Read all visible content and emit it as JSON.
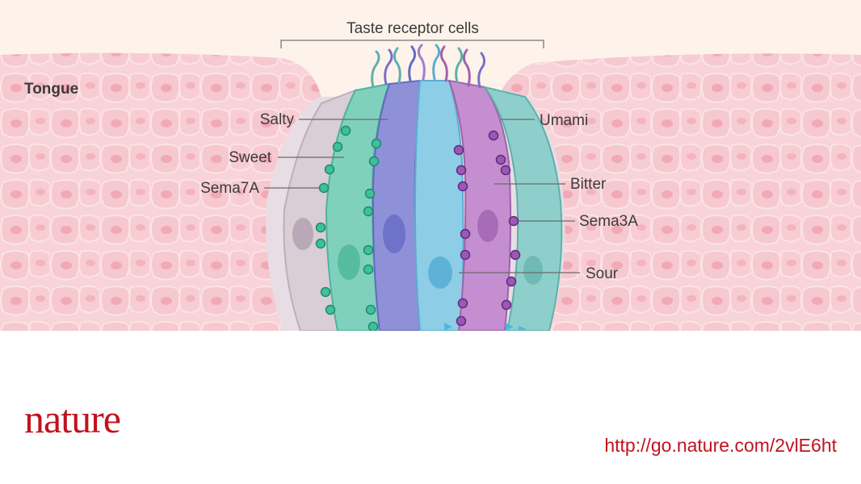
{
  "figure": {
    "title": "Taste receptor cells",
    "tissue_label": "Tongue",
    "labels_left": [
      "Salty",
      "Sweet",
      "Sema7A"
    ],
    "labels_right": [
      "Umami",
      "Bitter",
      "Sema3A",
      "Sour"
    ],
    "colors": {
      "tongue": "#f8d3d8",
      "cell_outline": "#f3b6bf",
      "background": "#fdf3ea",
      "salty_cell": "#d9cdd6",
      "sweet_cell": "#7fd1bd",
      "sema7a_dots": "#3fbf9a",
      "blue_cell": "#8e91d8",
      "sour_cell": "#8ecde6",
      "bitter_cell": "#c58ed0",
      "sema3a_dots": "#7b3d9c",
      "umami_cell": "#8ecfcb"
    }
  },
  "footer": {
    "brand": "nature",
    "link": "http://go.nature.com/2vlE6ht"
  }
}
